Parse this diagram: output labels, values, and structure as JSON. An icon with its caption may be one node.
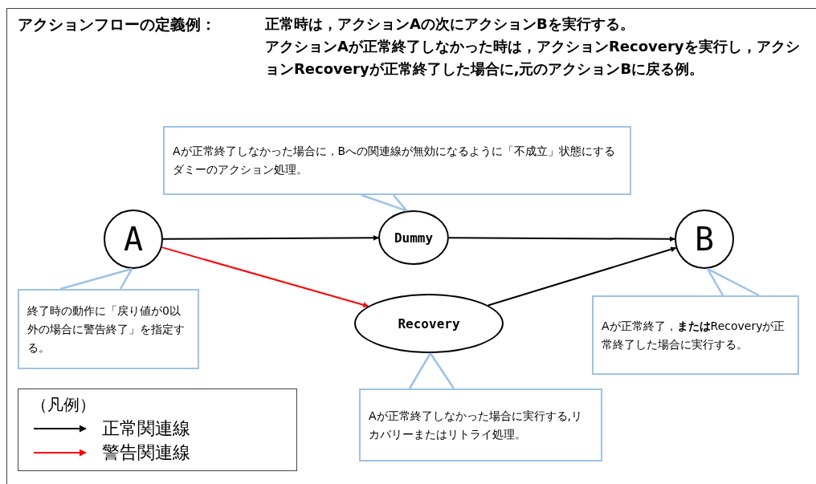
{
  "diagram": {
    "title": "アクションフローの定義例：",
    "nodes": [
      {
        "text": [
          "A"
        ]
      },
      {
        "text": [
          "Dummy"
        ]
      },
      {
        "text": [
          "B"
        ]
      },
      {
        "text": [
          "Recovery"
        ]
      },
      {
        "text": [
          "Aが正常終了しなかった場合に，Bへの関連線が無効になるように「不成立」状態にするダミーのアクション処理。"
        ]
      },
      {
        "text": [
          "終了時の動作に「戻り値が0以外の場合に警告終了」を指定する。"
        ]
      },
      {
        "text": [
          "Aが正常終了，**または**Recoveryが正常終了した場合に実行する。"
        ]
      },
      {
        "text": [
          "Aが正常終了しなかった場合に実行する,リカバリーまたはリトライ処理。"
        ]
      }
    ],
    "edges": [
      {
        "from": 0,
        "to": 1,
        "arrow": "to",
        "color": "#000000"
      },
      {
        "from": 0,
        "to": 3,
        "arrow": "to",
        "color": "#ff0000"
      },
      {
        "from": 1,
        "to": 2,
        "arrow": "to",
        "color": "#000000"
      },
      {
        "from": 3,
        "to": 2,
        "arrow": "to",
        "color": "#000000"
      },
      {
        "from": 4,
        "to": 1,
        "arrow": "none",
        "color": "#9dc3e6"
      },
      {
        "from": 5,
        "to": 0,
        "arrow": "none",
        "color": "#9dc3e6"
      },
      {
        "from": 6,
        "to": 2,
        "arrow": "none",
        "color": "#9dc3e6"
      },
      {
        "from": 7,
        "to": 3,
        "arrow": "none",
        "color": "#9dc3e6"
      }
    ],
    "labels": [
      "正常時は，アクションAの次にアクションBを実行する。",
      "アクションAが正常終了しなかった時は，アクションRecoveryを実行し，アクションRecoveryが正常終了した場合に,元のアクションBに戻る例。",
      "（凡例）"
    ],
    "legend": [
      {
        "text": "正常関連線"
      },
      {
        "text": "警告関連線"
      }
    ]
  }
}
